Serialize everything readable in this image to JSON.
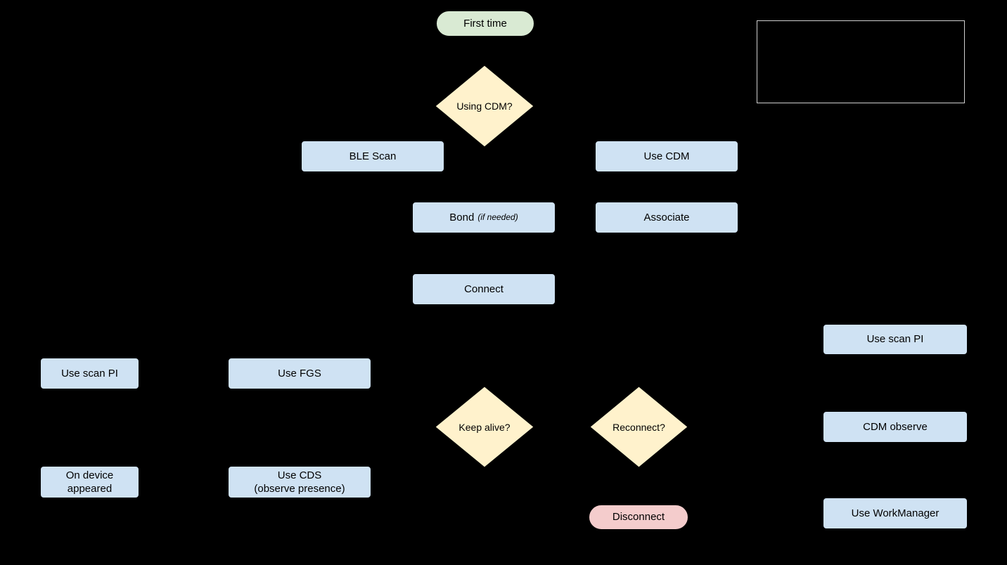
{
  "colors": {
    "bg": "#000000",
    "process_fill": "#cfe2f3",
    "decision_fill": "#fff2cc",
    "start_fill": "#d9ead3",
    "end_fill": "#f4cccc",
    "text": "#000000",
    "legend_border": "#cfcfcf"
  },
  "nodes": {
    "first_time": {
      "label": "First time"
    },
    "using_cdm": {
      "label": "Using CDM?"
    },
    "ble_scan": {
      "label": "BLE Scan"
    },
    "use_cdm": {
      "label": "Use CDM"
    },
    "bond": {
      "label": "Bond",
      "note": "(if needed)"
    },
    "associate": {
      "label": "Associate"
    },
    "connect": {
      "label": "Connect"
    },
    "use_scan_pi_right": {
      "label": "Use scan PI"
    },
    "use_scan_pi_left": {
      "label": "Use scan PI"
    },
    "use_fgs": {
      "label": "Use FGS"
    },
    "keep_alive": {
      "label": "Keep alive?"
    },
    "reconnect": {
      "label": "Reconnect?"
    },
    "cdm_observe": {
      "label": "CDM observe"
    },
    "on_device_appeared": {
      "label": "On device\nappeared"
    },
    "use_cds": {
      "label": "Use CDS\n(observe presence)"
    },
    "disconnect": {
      "label": "Disconnect"
    },
    "use_workmanager": {
      "label": "Use WorkManager"
    }
  }
}
